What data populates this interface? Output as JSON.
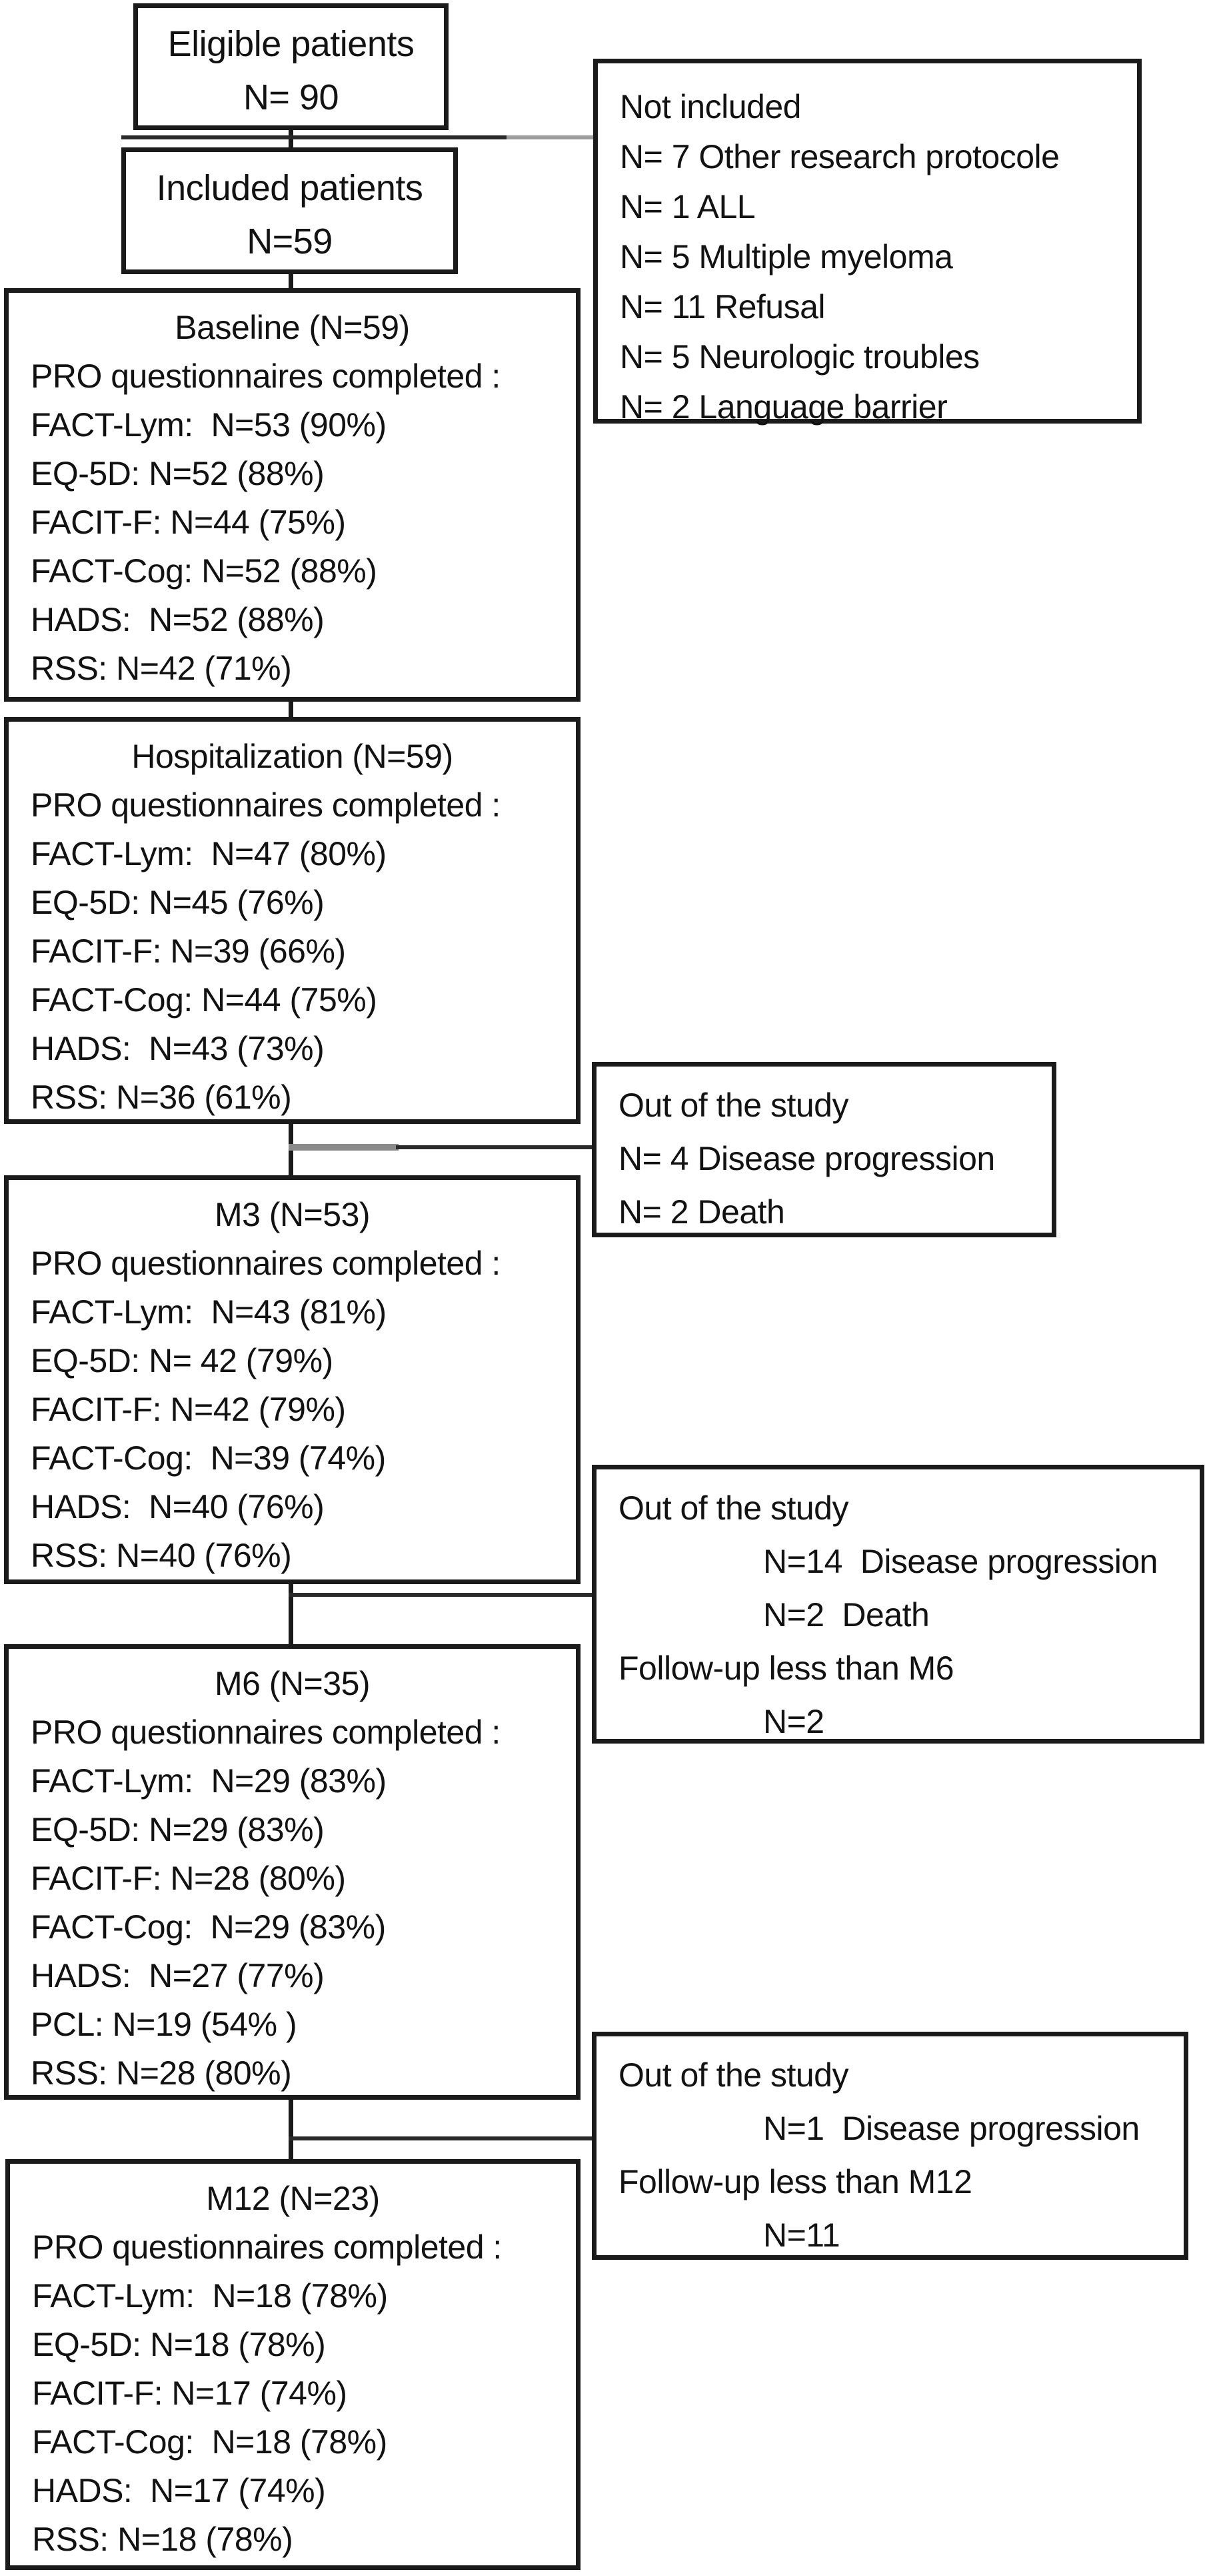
{
  "boxes": {
    "eligible": {
      "lines": [
        "Eligible patients",
        "N= 90"
      ]
    },
    "included": {
      "lines": [
        "Included patients",
        "N=59"
      ]
    },
    "not_included": {
      "lines": [
        "Not included",
        "N= 7 Other research protocole",
        "N= 1 ALL",
        "N= 5 Multiple myeloma",
        "N= 11 Refusal",
        "N= 5 Neurologic troubles",
        "N= 2 Language barrier"
      ]
    },
    "baseline": {
      "lines": [
        "Baseline (N=59)",
        "PRO questionnaires completed :",
        "FACT-Lym:  N=53 (90%)",
        "EQ-5D: N=52 (88%)",
        "FACIT-F: N=44 (75%)",
        "FACT-Cog: N=52 (88%)",
        "HADS:  N=52 (88%)",
        "RSS: N=42 (71%)"
      ]
    },
    "hospitalization": {
      "lines": [
        "Hospitalization (N=59)",
        "PRO questionnaires completed :",
        "FACT-Lym:  N=47 (80%)",
        "EQ-5D: N=45 (76%)",
        "FACIT-F: N=39 (66%)",
        "FACT-Cog: N=44 (75%)",
        "HADS:  N=43 (73%)",
        "RSS: N=36 (61%)"
      ]
    },
    "out1": {
      "lines": [
        "Out of the study",
        "N= 4 Disease progression",
        "N= 2 Death"
      ]
    },
    "m3": {
      "lines": [
        "M3 (N=53)",
        "PRO questionnaires completed :",
        "FACT-Lym:  N=43 (81%)",
        "EQ-5D: N= 42 (79%)",
        "FACIT-F: N=42 (79%)",
        "FACT-Cog:  N=39 (74%)",
        "HADS:  N=40 (76%)",
        "RSS: N=40 (76%)"
      ]
    },
    "out2": {
      "lines": [
        "Out of the study",
        "N=14  Disease progression",
        "N=2  Death",
        "Follow-up less than M6",
        "N=2"
      ]
    },
    "m6": {
      "lines": [
        "M6 (N=35)",
        "PRO questionnaires completed :",
        "FACT-Lym:  N=29 (83%)",
        "EQ-5D: N=29 (83%)",
        "FACIT-F: N=28 (80%)",
        "FACT-Cog:  N=29 (83%)",
        "HADS:  N=27 (77%)",
        "PCL: N=19 (54% )",
        "RSS: N=28 (80%)"
      ]
    },
    "out3": {
      "lines": [
        "Out of the study",
        "N=1  Disease progression",
        "Follow-up less than M12",
        "N=11"
      ]
    },
    "m12": {
      "lines": [
        "M12 (N=23)",
        "PRO questionnaires completed :",
        "FACT-Lym:  N=18 (78%)",
        "EQ-5D: N=18 (78%)",
        "FACIT-F: N=17 (74%)",
        "FACT-Cog:  N=18 (78%)",
        "HADS:  N=17 (74%)",
        "RSS: N=18 (78%)"
      ]
    }
  },
  "colors": {
    "border": "#1b1b1b",
    "text": "#121212",
    "connector_dark": "#2a2a2a",
    "connector_gray": "#9c9c9c"
  }
}
